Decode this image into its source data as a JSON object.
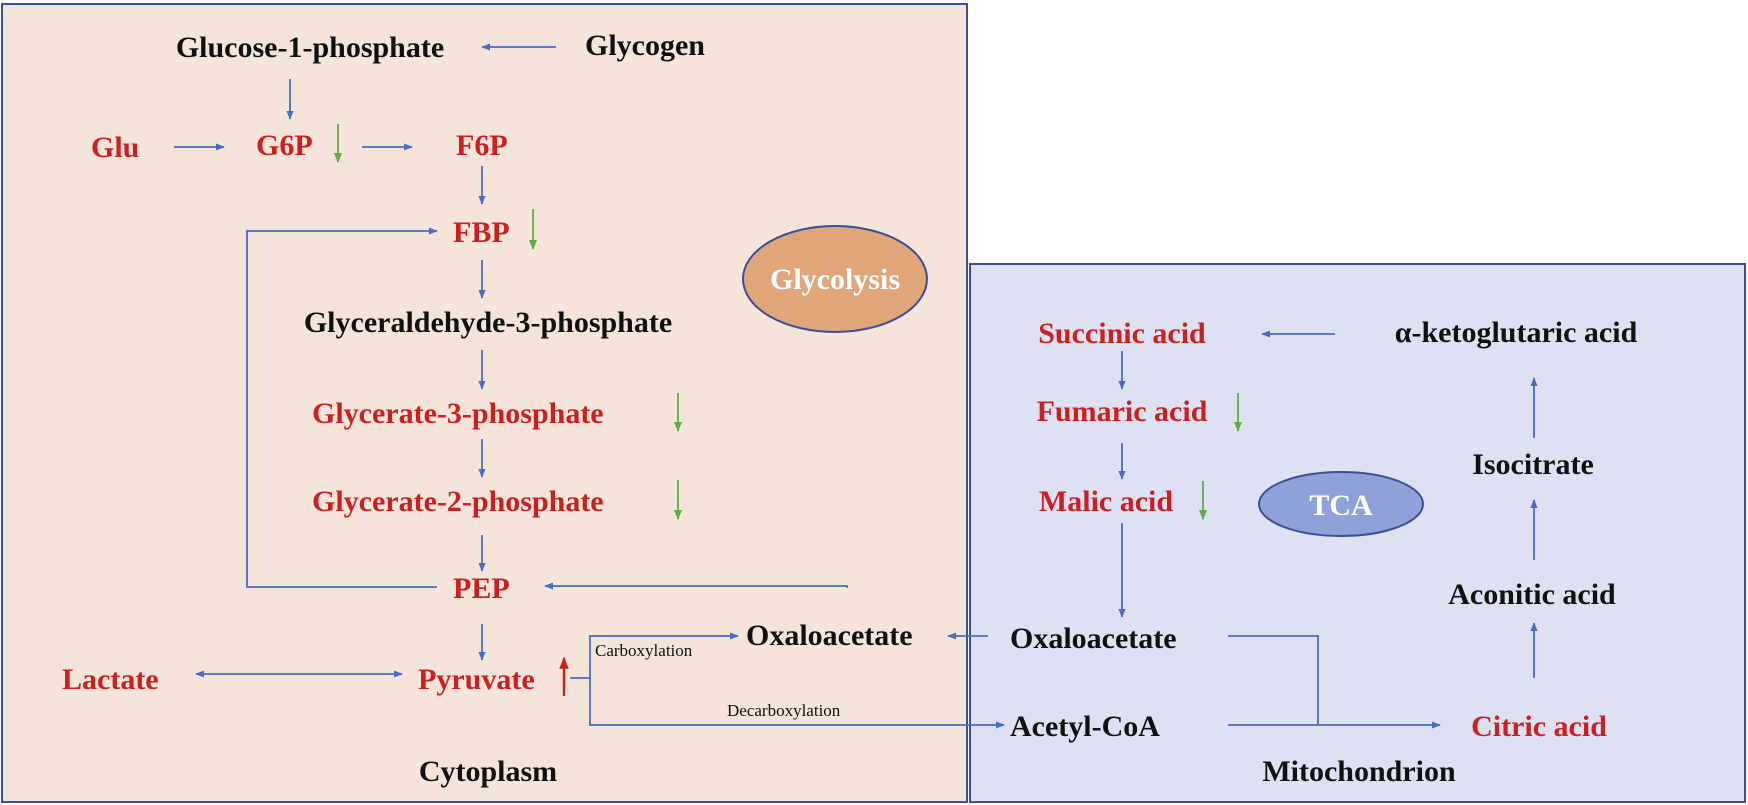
{
  "cytoplasm": {
    "title": "Cytoplasm",
    "pathway_label": "Glycolysis",
    "metabolites": {
      "glycogen": "Glycogen",
      "glucose_1_phosphate": "Glucose-1-phosphate",
      "glu": "Glu",
      "g6p": "G6P",
      "f6p": "F6P",
      "fbp": "FBP",
      "glyceraldehyde_3_phosphate": "Glyceraldehyde-3-phosphate",
      "glycerate_3_phosphate": "Glycerate-3-phosphate",
      "glycerate_2_phosphate": "Glycerate-2-phosphate",
      "pep": "PEP",
      "pyruvate": "Pyruvate",
      "lactate": "Lactate",
      "oxaloacetate": "Oxaloacetate"
    },
    "reactions": {
      "carboxylation": "Carboxylation",
      "decarboxylation": "Decarboxylation"
    }
  },
  "mitochondrion": {
    "title": "Mitochondrion",
    "pathway_label": "TCA",
    "metabolites": {
      "succinic_acid": "Succinic acid",
      "alpha_ketoglutaric_acid": "α-ketoglutaric acid",
      "fumaric_acid": "Fumaric acid",
      "malic_acid": "Malic acid",
      "isocitrate": "Isocitrate",
      "aconitic_acid": "Aconitic acid",
      "oxaloacetate": "Oxaloacetate",
      "acetyl_coa": "Acetyl-CoA",
      "citric_acid": "Citric acid"
    }
  },
  "colors": {
    "cytoplasm_fill": "#f5e4da",
    "mitochondrion_fill": "#dde1f2",
    "border": "#3a4f9a",
    "arrow": "#4a6cc4",
    "changed_metabolite": "#cc1f1f",
    "unchanged_metabolite": "#111111",
    "down_regulated": "#5cae45",
    "up_regulated": "#cc1f1f",
    "glycolysis_ellipse": "#e0a67a",
    "tca_ellipse": "#8fa2d8"
  },
  "regulation": {
    "g6p": "down",
    "fbp": "down",
    "glycerate_3_phosphate": "down",
    "glycerate_2_phosphate": "down",
    "pyruvate": "up",
    "fumaric_acid": "down",
    "malic_acid": "down"
  }
}
